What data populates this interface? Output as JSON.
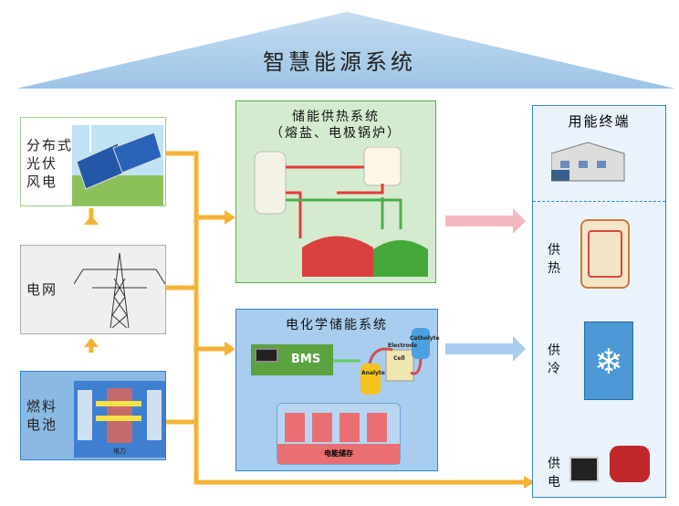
{
  "title": "智慧能源系统",
  "sources": [
    {
      "label": "分布式\n光伏\n风电",
      "icon": "solar-panel-icon"
    },
    {
      "label": "电网",
      "icon": "power-tower-icon"
    },
    {
      "label": "燃料\n电池",
      "icon": "fuel-cell-icon"
    }
  ],
  "fuel_cell_labels": {
    "output": "电力"
  },
  "thermal": {
    "title": "储能供热系统",
    "subtitle": "（熔盐、电极锅炉）"
  },
  "electrochemical": {
    "title": "电化学储能系统",
    "bms": "BMS",
    "storage": "电能储存",
    "analyte": "Analyte",
    "catholyte": "Catholyte",
    "cell": "Cell",
    "electrode": "Electrode"
  },
  "terminal": {
    "title": "用能终端",
    "heat": "供\n热",
    "cool": "供\n冷",
    "power": "供\n电"
  },
  "colors": {
    "flow": "#f5b335",
    "thermal_bg": "#d5ebcf",
    "chem_bg": "#a8cdef",
    "roof": "#a4c8e8",
    "terminal_border": "#2f86c6"
  }
}
